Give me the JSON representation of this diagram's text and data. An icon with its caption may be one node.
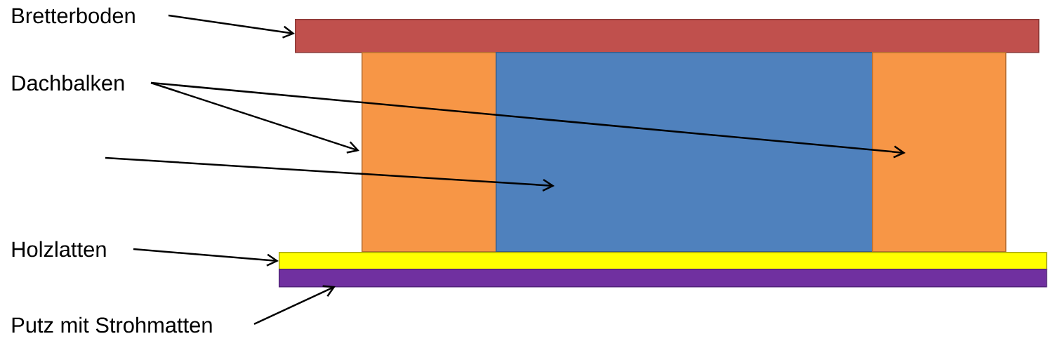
{
  "diagram": {
    "nodes": [
      {
        "text": [
          "Bretterboden"
        ]
      },
      {
        "text": [],
        "shape": "box"
      },
      {
        "text": [
          "Dachbalken"
        ]
      },
      {
        "text": [],
        "shape": "box"
      },
      {
        "text": [],
        "shape": "box"
      },
      {
        "text": [],
        "shape": "box"
      },
      {
        "text": [
          "Holzlatten"
        ]
      },
      {
        "text": [],
        "shape": "box"
      },
      {
        "text": [
          "Putz mit Strohmatten"
        ]
      },
      {
        "text": [],
        "shape": "box"
      }
    ],
    "edges": [
      {
        "from": 0,
        "to": 1,
        "arrow": "to"
      },
      {
        "from": 2,
        "to": 3,
        "arrow": "to"
      },
      {
        "from": 2,
        "to": 5,
        "arrow": "to"
      },
      {
        "from": null,
        "to": 4,
        "arrow": "to"
      },
      {
        "from": 6,
        "to": 7,
        "arrow": "to"
      },
      {
        "from": 8,
        "to": 9,
        "arrow": "to"
      }
    ]
  }
}
